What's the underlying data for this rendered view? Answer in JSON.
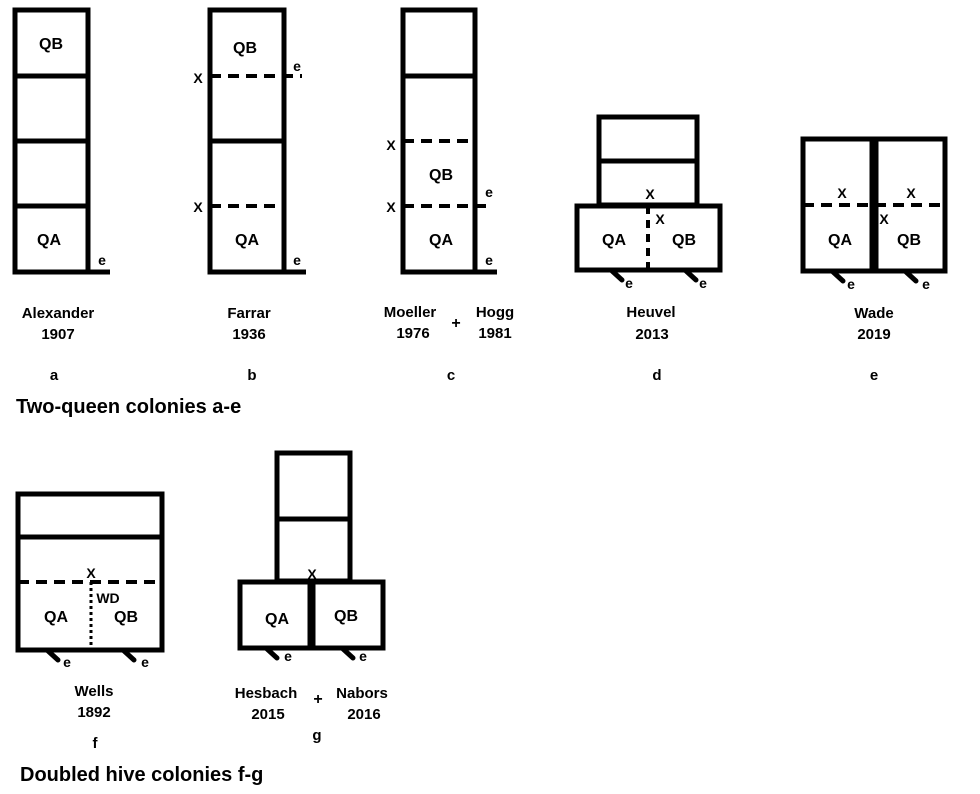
{
  "sections": {
    "two_queen_title": "Two-queen colonies a-e",
    "doubled_hive_title": "Doubled hive colonies f-g"
  },
  "labels": {
    "qa": "QA",
    "qb": "QB",
    "entrance": "e",
    "excluder": "X",
    "wire_divider": "WD",
    "plus": "+"
  },
  "panels": {
    "a": {
      "letter": "a",
      "author": "Alexander",
      "year": "1907"
    },
    "b": {
      "letter": "b",
      "author": "Farrar",
      "year": "1936"
    },
    "c": {
      "letter": "c",
      "author1": "Moeller",
      "year1": "1976",
      "author2": "Hogg",
      "year2": "1981"
    },
    "d": {
      "letter": "d",
      "author": "Heuvel",
      "year": "2013"
    },
    "e": {
      "letter": "e",
      "author": "Wade",
      "year": "2019"
    },
    "f": {
      "letter": "f",
      "author": "Wells",
      "year": "1892"
    },
    "g": {
      "letter": "g",
      "author1": "Hesbach",
      "year1": "2015",
      "author2": "Nabors",
      "year2": "2016"
    }
  }
}
